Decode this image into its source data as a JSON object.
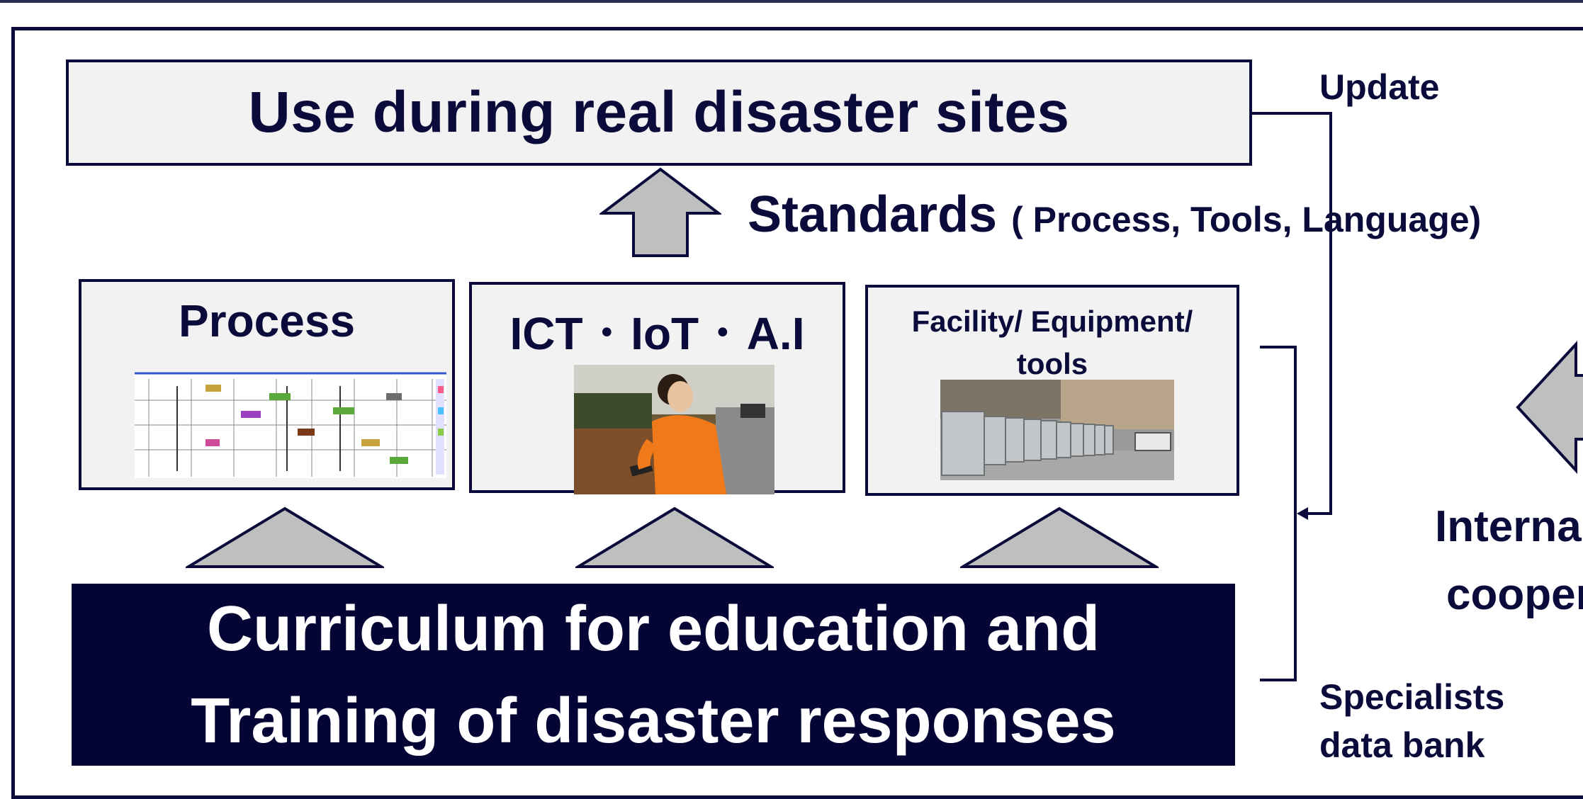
{
  "header": {
    "title": "Use during real disaster sites",
    "standards_label": "Standards",
    "standards_detail": "( Process, Tools, Language)",
    "update_label": "Update"
  },
  "cards": [
    {
      "title": "Process",
      "image": "process-chart-thumbnail"
    },
    {
      "title": "ICT ･ IoT ･ A.I",
      "image": "person-using-tablet-photo"
    },
    {
      "title_line1": "Facility/ Equipment/",
      "title_line2": "tools",
      "image": "containers-photo"
    }
  ],
  "curriculum": {
    "line1": "Curriculum for education and",
    "line2": "Training of disaster responses"
  },
  "specialists": {
    "line1": "Specialists",
    "line2": "data bank"
  },
  "international": {
    "line1": "Interna",
    "line2": "cooper"
  },
  "colors": {
    "navy": "#0b0b3b",
    "box_fill": "#f2f2f2",
    "arrow_fill": "#bfbfbf",
    "orange": "#f07a1a"
  }
}
